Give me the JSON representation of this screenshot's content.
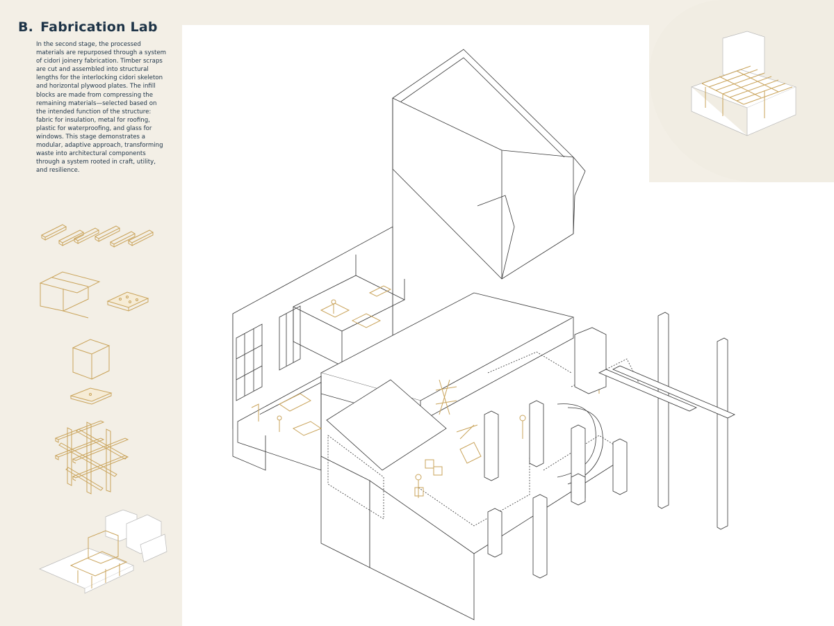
{
  "header": {
    "label": "B.",
    "title": "Fabrication Lab"
  },
  "description": "In the second stage, the processed materials are repurposed through a system of cidori joinery fabrication. Timber scraps are cut and assembled into structural lengths for the interlocking cidori skeleton and horizontal plywood plates. The infill blocks are made from compressing the remaining materials—selected based on the intended function of the structure: fabric for insulation, metal for roofing, plastic for waterproofing, and glass for windows. This stage demonstrates a modular, adaptive approach, transforming waste into architectural components through a system rooted in craft, utility, and resilience.",
  "colors": {
    "background": "#f3efe6",
    "accent_gold": "#c9a35a",
    "text_navy": "#1d3347",
    "line": "#333333"
  }
}
